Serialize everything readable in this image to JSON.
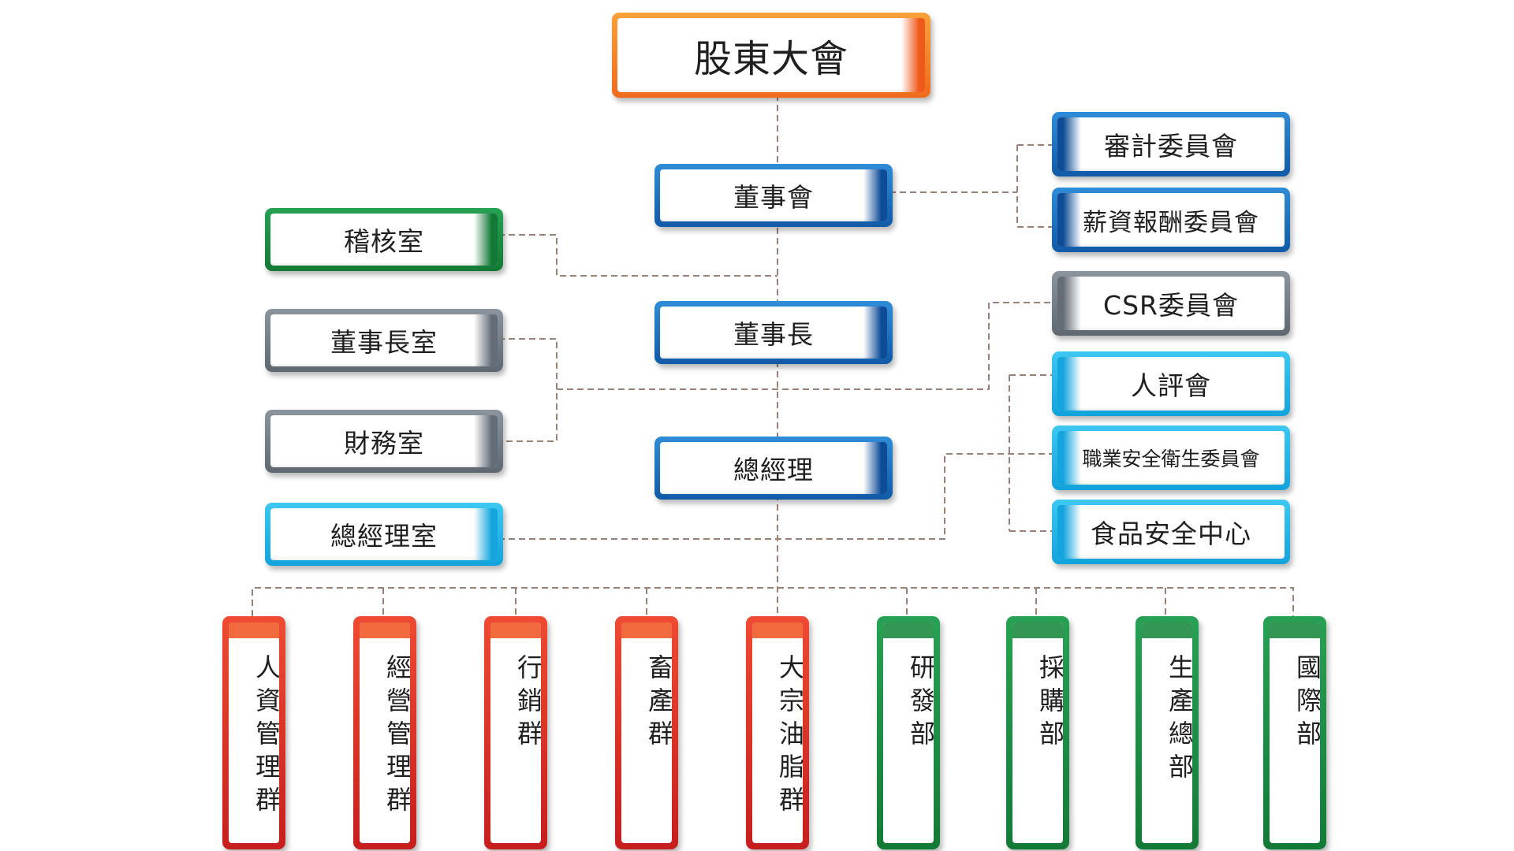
{
  "top_node": {
    "label": "股東大會"
  },
  "spine_nodes": {
    "board": "董事會",
    "chairman": "董事長",
    "president": "總經理"
  },
  "left_nodes": {
    "audit_office": "稽核室",
    "chairman_office": "董事長室",
    "finance_office": "財務室",
    "president_office": "總經理室"
  },
  "right_nodes": {
    "audit_committee": "審計委員會",
    "compensation_committee": "薪資報酬委員會",
    "csr_committee": "CSR委員會",
    "personnel_committee": "人評會",
    "occupational_safety_committee": "職業安全衛生委員會",
    "food_safety_center": "食品安全中心"
  },
  "departments": [
    {
      "label": "人資管理群",
      "color": "red"
    },
    {
      "label": "經營管理群",
      "color": "red"
    },
    {
      "label": "行銷群",
      "color": "red"
    },
    {
      "label": "畜產群",
      "color": "red"
    },
    {
      "label": "大宗油脂群",
      "color": "red"
    },
    {
      "label": "研發部",
      "color": "green"
    },
    {
      "label": "採購部",
      "color": "green"
    },
    {
      "label": "生產總部",
      "color": "green"
    },
    {
      "label": "國際部",
      "color": "green"
    }
  ],
  "colors": {
    "orange": "#ef6b1c",
    "blue": "#115aa8",
    "green": "#137a36",
    "gray": "#5f6871",
    "cyan": "#13a3dc",
    "red": "#c61e1e",
    "connector": "#9b8174"
  }
}
